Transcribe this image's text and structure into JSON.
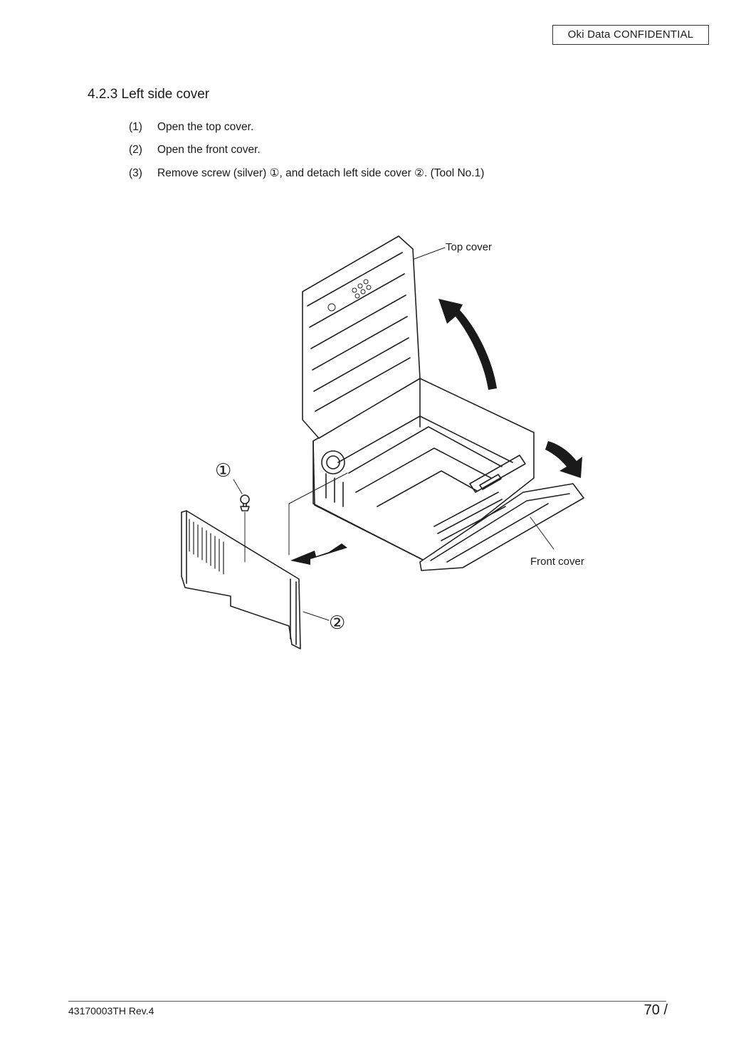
{
  "header": {
    "confidential": "Oki  Data  CONFIDENTIAL"
  },
  "section": {
    "title": "4.2.3  Left side cover"
  },
  "steps": [
    {
      "num": "(1)",
      "text": "Open the top cover."
    },
    {
      "num": "(2)",
      "text": "Open the front cover."
    },
    {
      "num": "(3)",
      "text": "Remove screw (silver) ①, and detach left side cover ②. (Tool No.1)"
    }
  ],
  "figure": {
    "label_top_cover": "Top cover",
    "label_front_cover": "Front cover",
    "callout_1": "①",
    "callout_2": "②"
  },
  "footer": {
    "doc_id": "43170003TH  Rev.4",
    "page": "70 /"
  }
}
